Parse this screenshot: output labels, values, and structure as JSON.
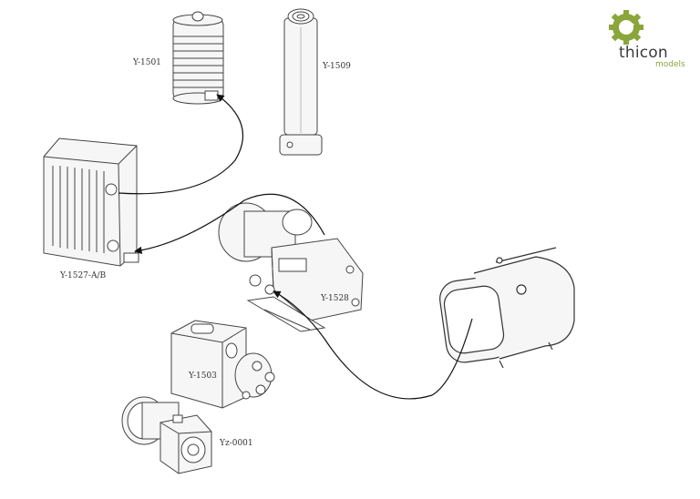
{
  "labels": {
    "y1501": "Y-1501",
    "y1509": "Y-1509",
    "y1527": "Y-1527-A/B",
    "y1528": "Y-1528",
    "y1503": "Y-1503",
    "yz0001": "Yz-0001"
  },
  "logo": {
    "brand": "thicon",
    "sub": "models",
    "accent": "#8aa63a"
  },
  "colors": {
    "line": "#444444",
    "fill": "#f4f4f4",
    "hose": "#111111"
  }
}
